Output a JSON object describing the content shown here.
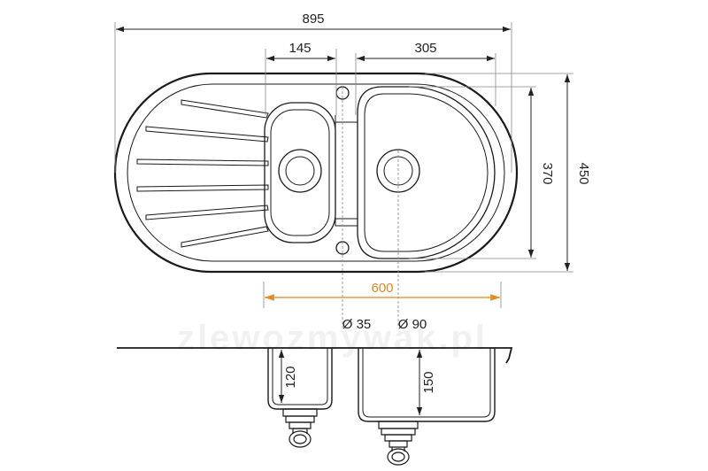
{
  "diagram": {
    "watermark": "zlewozmywak.pl",
    "dimensions": {
      "overall_width": "895",
      "small_bowl_width": "145",
      "large_bowl_width": "305",
      "bowl_height": "370",
      "overall_height": "450",
      "cabinet_width": "600",
      "small_drain": "Ø 35",
      "large_drain": "Ø 90",
      "small_bowl_depth": "120",
      "large_bowl_depth": "150"
    },
    "colors": {
      "outline": "#1a1a1a",
      "dimension_line": "#222222",
      "guide_line": "#888888",
      "cabinet_dimension": "#e8871e"
    }
  }
}
